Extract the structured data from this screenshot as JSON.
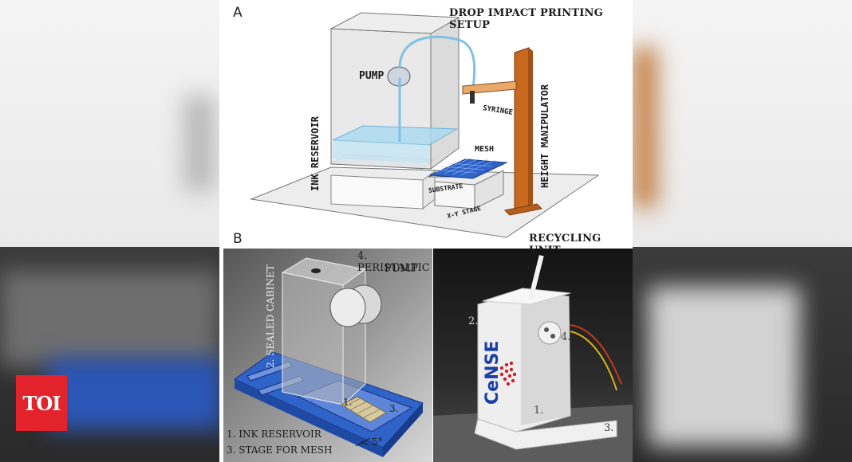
{
  "badge": {
    "text": "TOI",
    "color": "#e3232c"
  },
  "panel_a": {
    "letter": "A",
    "title": "DROP IMPACT PRINTING SETUP",
    "footer": "RECYCLING UNIT",
    "labels": {
      "pump": "PUMP",
      "syringe": "SYRINGE",
      "height_manipulator": "HEIGHT MANIPULATOR",
      "ink_reservoir": "INK RESERVOIR",
      "mesh": "MESH",
      "substrate": "SUBSTRATE",
      "xy_stage": "X-Y STAGE"
    }
  },
  "panel_b": {
    "letter": "B",
    "labels": {
      "peristaltic_line1": "4. PERISTALTIC",
      "peristaltic_line2": "PUMP",
      "sealed_cabinet": "2. SEALED CABINET",
      "ink_reservoir": "1. INK  RESERVOIR",
      "stage_for_mesh": "3. STAGE FOR MESH",
      "angle": "< 5°",
      "num1": "1.",
      "num3": "3."
    },
    "photo_labels": {
      "n2": "2.",
      "n4": "4.",
      "n1": "1.",
      "n3": "3.",
      "logo": "CeNSE"
    }
  },
  "colors": {
    "orange_post": "#c8691f",
    "blue_stage": "#2f63c8",
    "water": "#a9d9f0"
  }
}
